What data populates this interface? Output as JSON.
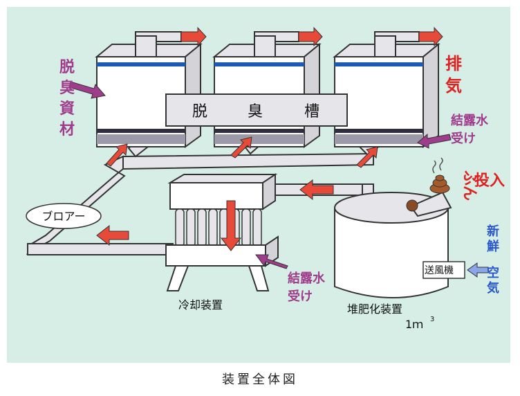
{
  "labels": {
    "deodorizing_material": [
      "脱",
      "臭",
      "資",
      "材"
    ],
    "exhaust": [
      "排",
      "気"
    ],
    "deodorization_tank": [
      "脱",
      "臭",
      "槽"
    ],
    "condensate_top": [
      "結露水",
      "受け"
    ],
    "manure_input": [
      "ふん",
      "投入"
    ],
    "blower": "ブロアー",
    "fresh_air": [
      "新",
      "鮮",
      "空",
      "気"
    ],
    "fan": "送風機",
    "condensate_bottom": [
      "結露水",
      "受け"
    ],
    "cooling_unit": "冷却装置",
    "composter": "堆肥化装置",
    "volume": "1ｍ",
    "volume_exp": "3",
    "caption": "装置全体図"
  },
  "colors": {
    "background": "#d6eee6",
    "flow_arrow": "#e84a3a",
    "label_purple": "#a03c8c",
    "label_red": "#dd2222",
    "label_blue": "#2a58c8",
    "pipe": "#e6e6ea",
    "filter_band": "#1c5ab8",
    "condensate_band": "#9c9aa8"
  }
}
